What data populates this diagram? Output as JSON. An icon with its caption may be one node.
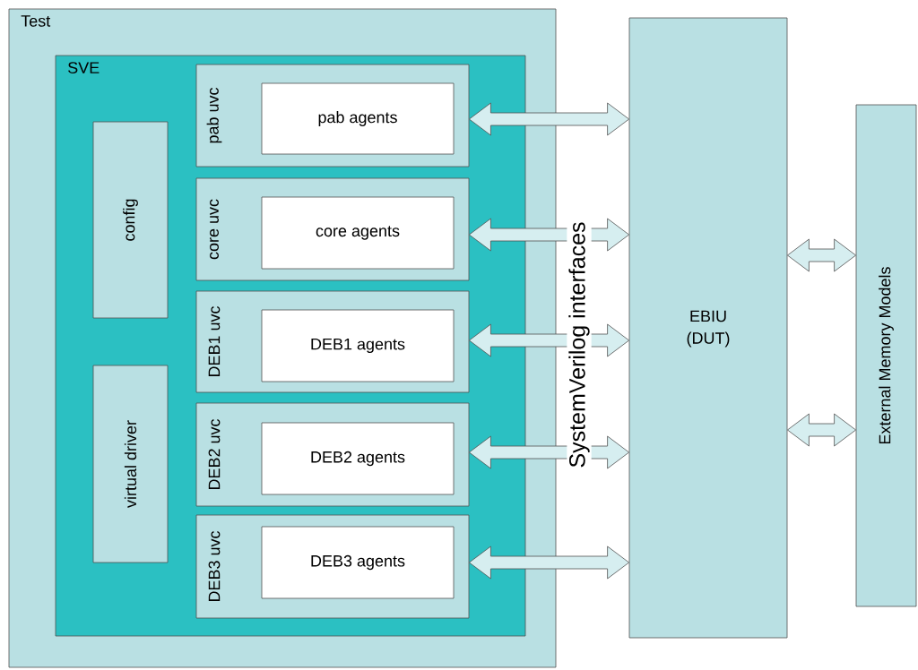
{
  "diagram": {
    "nodes": [
      {
        "text": [
          "Test"
        ]
      },
      {
        "text": [
          "SVE"
        ],
        "in": 0
      },
      {
        "text": [
          "config"
        ],
        "in": 1
      },
      {
        "text": [
          "virtual driver"
        ],
        "in": 1
      },
      {
        "text": [
          "pab uvc"
        ],
        "in": 1
      },
      {
        "text": [
          "pab agents"
        ],
        "in": 4
      },
      {
        "text": [
          "core uvc"
        ],
        "in": 1
      },
      {
        "text": [
          "core agents"
        ],
        "in": 6
      },
      {
        "text": [
          "DEB1 uvc"
        ],
        "in": 1
      },
      {
        "text": [
          "DEB1 agents"
        ],
        "in": 8
      },
      {
        "text": [
          "DEB2 uvc"
        ],
        "in": 1
      },
      {
        "text": [
          "DEB2 agents"
        ],
        "in": 10
      },
      {
        "text": [
          "DEB3 uvc"
        ],
        "in": 1
      },
      {
        "text": [
          "DEB3 agents"
        ],
        "in": 12
      },
      {
        "text": [
          "EBIU",
          "(DUT)"
        ]
      },
      {
        "text": [
          "External Memory Models"
        ]
      }
    ],
    "edges": [
      {
        "from": 4,
        "to": 14,
        "arrow": "both"
      },
      {
        "from": 6,
        "to": 14,
        "arrow": "both"
      },
      {
        "from": 8,
        "to": 14,
        "arrow": "both"
      },
      {
        "from": 10,
        "to": 14,
        "arrow": "both"
      },
      {
        "from": 12,
        "to": 14,
        "arrow": "both"
      },
      {
        "from": 14,
        "to": 15,
        "arrow": "both"
      },
      {
        "from": 14,
        "to": 15,
        "arrow": "both"
      }
    ],
    "labels": [
      "SystemVerilog interfaces"
    ]
  }
}
